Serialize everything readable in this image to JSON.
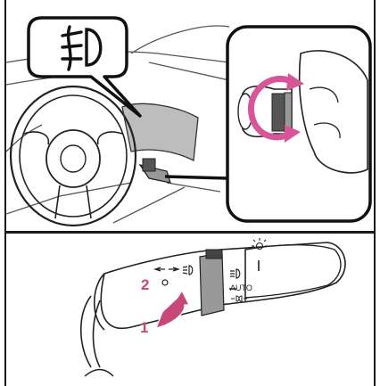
{
  "bottom_illustration": {
    "step_labels": [
      "1",
      "2"
    ],
    "lever_mode_labels": [
      "AUTO"
    ],
    "accent_color": "#c8477a"
  },
  "top_illustration": {
    "indicator_icon": "front-fog-light-icon",
    "rotation_arrow_color": "#d8559a"
  },
  "icons": [
    "front-fog-light-icon",
    "turn-signal-arrows-icon",
    "light-off-icon",
    "headlight-icon",
    "parking-light-icon",
    "sun-icon"
  ]
}
